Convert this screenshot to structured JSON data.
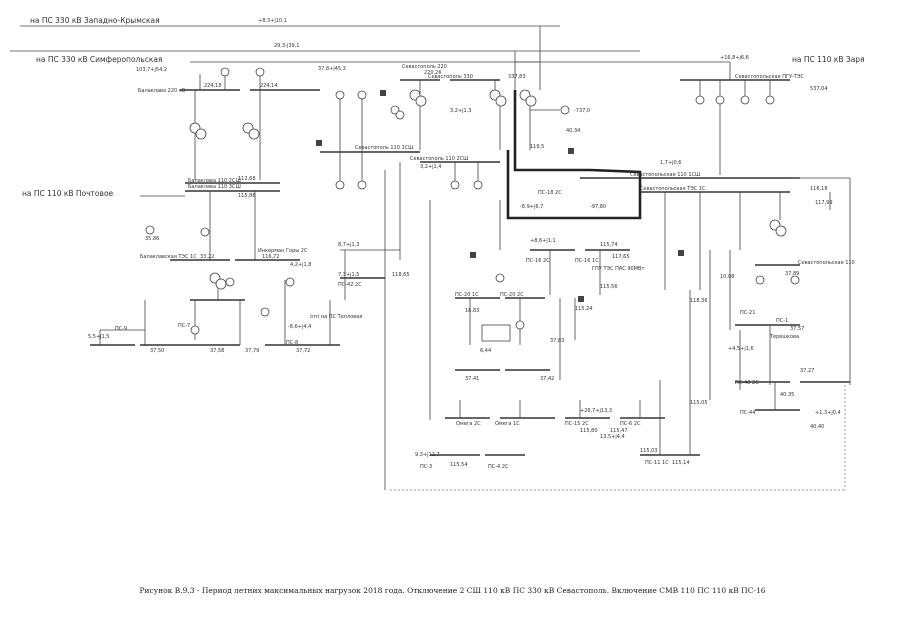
{
  "directions": {
    "west_crimean": "на ПС 330 кВ Западно-Крымская",
    "simferopol": "на ПС 330 кВ Симферопольская",
    "zarya": "на ПС 110 кВ Заря",
    "pochtovoe": "на ПС 110 кВ Почтовое"
  },
  "substations": {
    "balaklava_220": "Балаклава 220 кВ",
    "balaklava_110_1": "Балаклавская ТЭС 1С",
    "balaklava_110_2": "Балаклава 110 2СШ",
    "balaklava_110_3": "Балаклава 110 3СШ",
    "sevastopol_220": "Севастополь 220",
    "sevastopol_330": "Севастополь 330",
    "sevastopol_110_1": "Севастополь 110 1СШ",
    "sevastopol_110_2": "Севастополь 110 2СШ",
    "sevastopol_110_2b": "Севастопольская 110 1СШ",
    "sevastopol_tpp": "Севастопольская ПГУ-ТЭС",
    "sevastopol_tes": "Севастопольская ТЭС 1С",
    "inkerman": "Инкерман Горы 2С",
    "otp_teplovaya": "отп на ПС Тепловая",
    "sevastopolskaya_110": "Севастопольская 110",
    "tereshkova": "Терешкова"
  },
  "nodes": {
    "ps16_1": "ПС-16 1С",
    "ps16_2": "ПС-16 2С",
    "ps20_1": "ПС-20 1С",
    "ps20_2": "ПС-20 2С",
    "ps18_2": "ПС-18 2С",
    "ps42": "ПС-42 2С",
    "ps7": "ПС-7",
    "ps8": "ПС-8",
    "ps9": "ПС-9",
    "ps3": "ПС-3",
    "ps21": "ПС-21",
    "ps15": "ПС-15 2С",
    "ps4": "ПС-4 2С",
    "ps11": "ПС-11 1С",
    "ps44": "ПС-44",
    "ps48": "ПС-48 2С",
    "ps1": "ПС-1",
    "ps6": "ПС-6 2С",
    "omega1": "Омега 2С",
    "omega2": "Омега 1С",
    "ps_gpu": "ГПУ ТЭС ПАС 90МВт"
  },
  "flows": {
    "f01": "+8,3+j10,1",
    "f02": "29,3-j39,1",
    "f03": "103,7+j54,2",
    "f04": "37,8+j45,3",
    "f05": "224,18",
    "f06": "224,14",
    "f07": "220,26",
    "f08": "337,83",
    "f09": "+16,8+j6,6",
    "f10": "537,04",
    "f11": "3,2+j1,3",
    "f12": "-737,0",
    "f13": "40,34",
    "f14": "119,5",
    "f15": "112,68",
    "f16": "115,86",
    "f17": "35,86",
    "f18": "33,22",
    "f19": "116,72",
    "f20": "4,2+j1,8",
    "f21": "8,7+j1,3",
    "f22": "7,3+j1,5",
    "f23": "118,65",
    "f24": "3,2+j1,4",
    "f25": "+8,6+j1,1",
    "f26": "115,74",
    "f27": "117,65",
    "f28": "115,56",
    "f29": "-8,6+j4,4",
    "f30": "37,79",
    "f31": "37,72",
    "f32": "5,5+j1,5",
    "f33": "37,50",
    "f34": "37,58",
    "f35": "9,3+j12,7",
    "f36": "115,54",
    "f37": "+26,7+j13,3",
    "f38": "37,41",
    "f39": "37,42",
    "f40": "6,44",
    "f41": "16,83",
    "f42": "37,83",
    "f43": "115,24",
    "f44": "118,36",
    "f45": "115,14",
    "f46": "13,5+j4,4",
    "f47": "115,80",
    "f48": "115,47",
    "f49": "+4,5+j1,6",
    "f50": "37,89",
    "f51": "10,08",
    "f52": "37,57",
    "f53": "40,35",
    "f54": "37,27",
    "f55": "+1,3+j0,4",
    "f56": "40,40",
    "f57": "116,18",
    "f58": "117,99",
    "f59": "-97,80",
    "f60": "-8,9+j6,7",
    "f61": "115,03",
    "f62": "115,05",
    "f63": "1,7+j0,6"
  },
  "caption": "Рисунок В.9.3 - Период летних максимальных нагрузок 2018 года. Отключение 2 СШ 110 кВ ПС 330 кВ Севастополь. Включение СМВ 110 ПС 110 кВ ПС-16"
}
